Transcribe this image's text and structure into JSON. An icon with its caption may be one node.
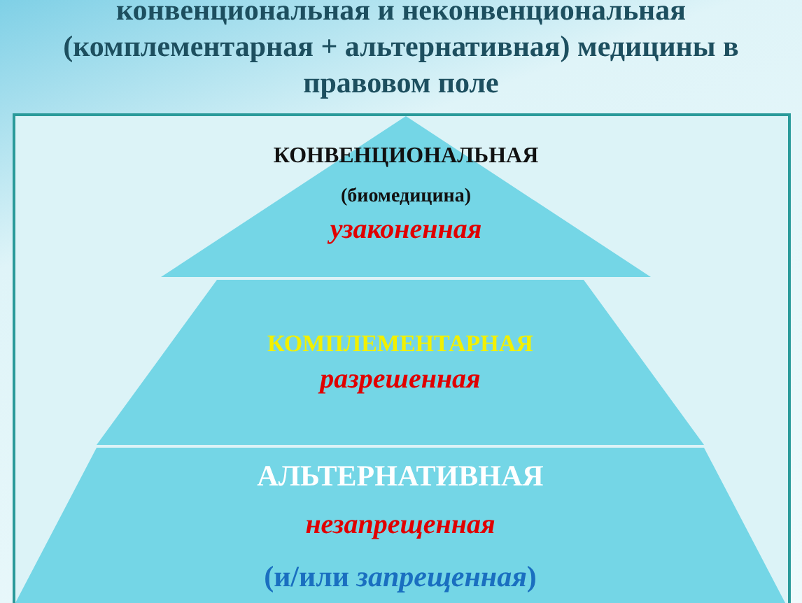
{
  "diagram": {
    "title": "конвенциональная и неконвенциональная (комплементарная + альтернативная) медицины в правовом поле",
    "nodes": [
      {
        "text": [
          "КОНВЕНЦИОНАЛЬНАЯ",
          "(биомедицина)",
          "узаконенная"
        ]
      },
      {
        "text": [
          "КОМПЛЕМЕНТАРНАЯ",
          "разрешенная"
        ]
      },
      {
        "text": [
          "АЛЬТЕРНАТИВНАЯ",
          "незапрещенная",
          "(и/или *запрещенная*)"
        ]
      }
    ]
  }
}
